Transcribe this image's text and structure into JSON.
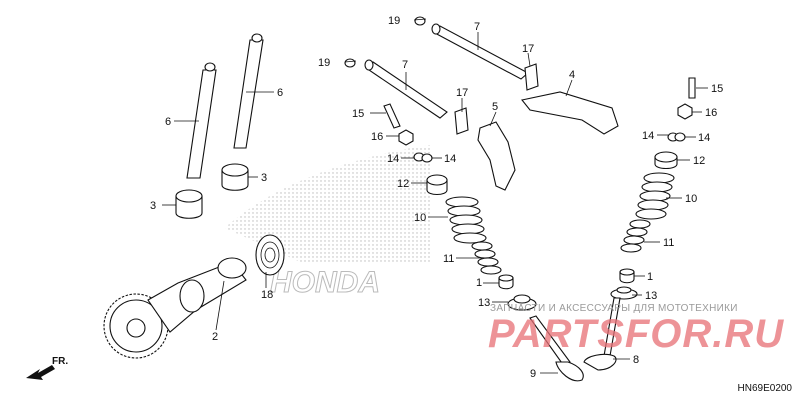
{
  "diagram": {
    "code": "HN69E0200",
    "direction_label": "FR.",
    "watermark": {
      "caption": "ЗАПЧАСТИ И АКСЕССУАРЫ ДЛЯ МОТОТЕХНИКИ",
      "brand": "PARTSFOR.RU",
      "logo_text": "HONDA",
      "accent_color": "#e76f75"
    },
    "callouts": [
      {
        "id": "c1",
        "number": "1"
      },
      {
        "id": "c2",
        "number": "1"
      },
      {
        "id": "c3",
        "number": "2"
      },
      {
        "id": "c4",
        "number": "3"
      },
      {
        "id": "c5",
        "number": "3"
      },
      {
        "id": "c6",
        "number": "4"
      },
      {
        "id": "c7",
        "number": "5"
      },
      {
        "id": "c8",
        "number": "6"
      },
      {
        "id": "c9",
        "number": "6"
      },
      {
        "id": "c10",
        "number": "7"
      },
      {
        "id": "c11",
        "number": "7"
      },
      {
        "id": "c12",
        "number": "8"
      },
      {
        "id": "c13",
        "number": "9"
      },
      {
        "id": "c14",
        "number": "10"
      },
      {
        "id": "c15",
        "number": "10"
      },
      {
        "id": "c16",
        "number": "11"
      },
      {
        "id": "c17",
        "number": "11"
      },
      {
        "id": "c18",
        "number": "12"
      },
      {
        "id": "c19",
        "number": "12"
      },
      {
        "id": "c20",
        "number": "13"
      },
      {
        "id": "c21",
        "number": "13"
      },
      {
        "id": "c22",
        "number": "14"
      },
      {
        "id": "c23",
        "number": "14"
      },
      {
        "id": "c24",
        "number": "14"
      },
      {
        "id": "c25",
        "number": "14"
      },
      {
        "id": "c26",
        "number": "15"
      },
      {
        "id": "c27",
        "number": "15"
      },
      {
        "id": "c28",
        "number": "16"
      },
      {
        "id": "c29",
        "number": "16"
      },
      {
        "id": "c30",
        "number": "17"
      },
      {
        "id": "c31",
        "number": "17"
      },
      {
        "id": "c32",
        "number": "18"
      },
      {
        "id": "c33",
        "number": "19"
      },
      {
        "id": "c34",
        "number": "19"
      }
    ]
  }
}
